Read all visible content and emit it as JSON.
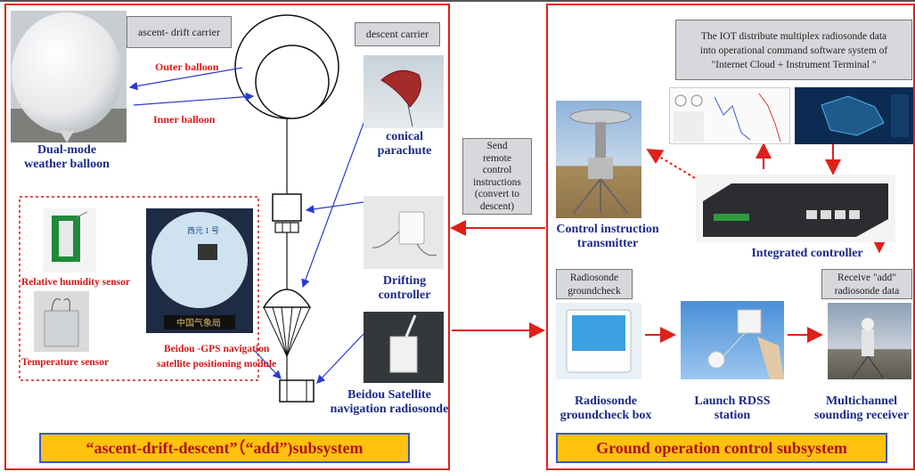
{
  "left": {
    "ascent_box": "ascent- drift carrier",
    "descent_box": "descent carrier",
    "outer_balloon": "Outer balloon",
    "inner_balloon": "Inner balloon",
    "dual_mode_1": "Dual-mode",
    "dual_mode_2": "weather balloon",
    "conical_1": "conical",
    "conical_2": "parachute",
    "drifting_1": "Drifting",
    "drifting_2": "controller",
    "humidity": "Relative humidity sensor",
    "temperature": "Temperature sensor",
    "beidou_mod_1": "Beidou -GPS navigation",
    "beidou_mod_2": "satellite positioning module",
    "beidou_sonde_1": "Beidou Satellite",
    "beidou_sonde_2": "navigation radiosonde",
    "banner": "“ascent-drift-descent”（“add”)subsystem",
    "chip_text_1": "西元 1 号",
    "plaque_text": "中国气象局"
  },
  "middle": {
    "send_box": [
      "Send",
      "remote",
      "control",
      "instructions",
      "(convert to",
      "descent)"
    ]
  },
  "right": {
    "iot_box": [
      "The IOT distribute multiplex radiosonde data",
      "into operational command software system of",
      "\"Internet Cloud + Instrument Terminal \""
    ],
    "control_tx_1": "Control instruction",
    "control_tx_2": "transmitter",
    "integrated": "Integrated controller",
    "groundcheck_box_1": "Radiosonde",
    "groundcheck_box_2": "groundcheck",
    "receive_box_1": "Receive  \"add\"",
    "receive_box_2": "radiosonde data",
    "gc_box_label_1": "Radiosonde",
    "gc_box_label_2": "groundcheck box",
    "launch_1": "Launch RDSS",
    "launch_2": "station",
    "multi_1": "Multichannel",
    "multi_2": "sounding receiver",
    "banner": "Ground operation control subsystem"
  },
  "colors": {
    "frame_red": "#e0201a",
    "arrow_blue": "#2a3ad0",
    "label_red": "#e21a1a",
    "label_blue": "#1a2a8a",
    "banner_fill": "#ffc20e",
    "banner_text": "#b0101a"
  }
}
